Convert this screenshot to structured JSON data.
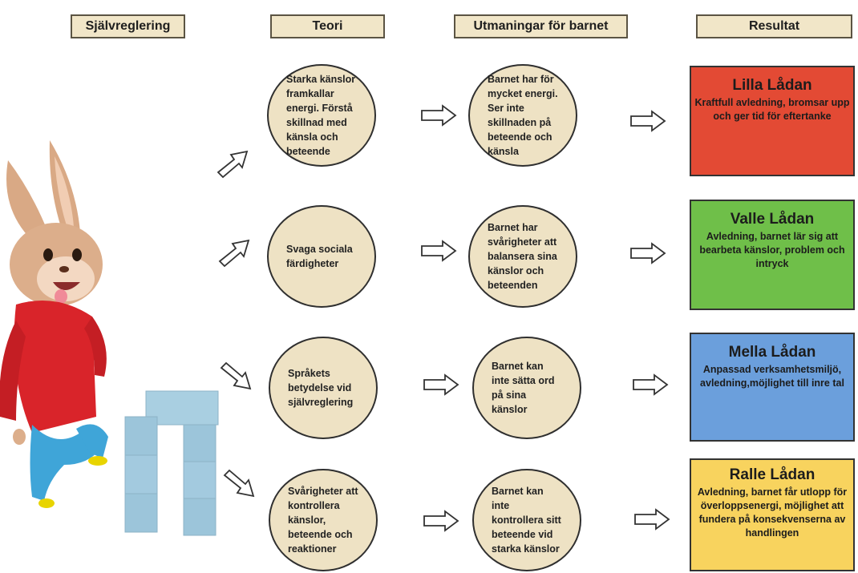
{
  "headers": {
    "col1": "Självreglering",
    "col2": "Teori",
    "col3": "Utmaningar för barnet",
    "col4": "Resultat"
  },
  "rows": [
    {
      "theory": "Starka känslor framkallar energi. Förstå skillnad med känsla och beteende",
      "challenge": "Barnet har för mycket energi. Ser inte skillnaden på beteende och känsla",
      "result_title": "Lilla Lådan",
      "result_text": "Kraftfull avledning, bromsar upp och ger tid för eftertanke",
      "color": "#e34a34"
    },
    {
      "theory": "Svaga sociala färdigheter",
      "challenge": "Barnet har svårigheter att balansera sina känslor och beteenden",
      "result_title": "Valle Lådan",
      "result_text": "Avledning,  barnet lär sig att bearbeta känslor, problem och intryck",
      "color": "#6fbf49"
    },
    {
      "theory": "Språkets betydelse vid självreglering",
      "challenge": "Barnet kan inte sätta ord på sina känslor",
      "result_title": "Mella Lådan",
      "result_text": "Anpassad verksamhetsmiljö, avledning,möjlighet till inre tal",
      "color": "#6b9fdc"
    },
    {
      "theory": "Svårigheter att kontrollera känslor, beteende och reaktioner",
      "challenge": "Barnet kan inte kontrollera sitt beteende vid starka känslor",
      "result_title": "Ralle Lådan",
      "result_text": "Avledning, barnet får utlopp för överloppsenergi, möjlighet att fundera på konsekvenserna av handlingen",
      "color": "#f8d35e"
    }
  ]
}
